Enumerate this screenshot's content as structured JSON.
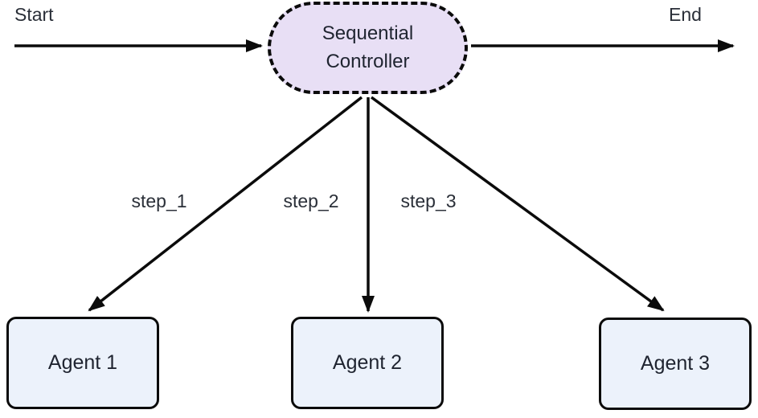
{
  "diagram": {
    "type": "flowchart",
    "start_label": "Start",
    "end_label": "End",
    "controller": {
      "label": "Sequential Controller"
    },
    "agents": [
      {
        "label": "Agent 1"
      },
      {
        "label": "Agent 2"
      },
      {
        "label": "Agent 3"
      }
    ],
    "edges": [
      {
        "from": "Start",
        "to": "Sequential Controller",
        "label": ""
      },
      {
        "from": "Sequential Controller",
        "to": "End",
        "label": ""
      },
      {
        "from": "Sequential Controller",
        "to": "Agent 1",
        "label": "step_1"
      },
      {
        "from": "Sequential Controller",
        "to": "Agent 2",
        "label": "step_2"
      },
      {
        "from": "Sequential Controller",
        "to": "Agent 3",
        "label": "step_3"
      }
    ],
    "colors": {
      "controller_fill": "#e8dff5",
      "agent_fill": "#ecf2fb",
      "stroke": "#0b0b0b",
      "text": "#1f2430",
      "canvas_bg": "#ffffff"
    }
  }
}
